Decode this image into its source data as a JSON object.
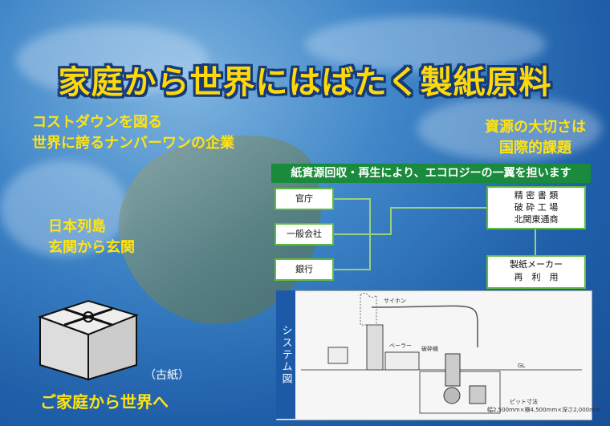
{
  "title": "家庭から世界にはばたく製紙原料",
  "left_slogan": [
    "コストダウンを図る",
    "世界に誇るナンバーワンの企業"
  ],
  "right_slogan": [
    "資源の大切さは",
    "国際的課題"
  ],
  "banner": "紙資源回収・再生により、エコロジーの一翼を担います",
  "sources": [
    "官庁",
    "一般会社",
    "銀行"
  ],
  "processor": [
    "精 密 書 類",
    "破 砕 工 場",
    "北関東通商"
  ],
  "maker": [
    "製紙メーカー",
    "再　利　用"
  ],
  "japan": [
    "日本列島",
    "玄関から玄関"
  ],
  "system_label": "システム図",
  "diagram": {
    "cyclone": "サイホン",
    "baler": "ベーラー",
    "crusher": "破砕機",
    "gl": "GL",
    "pit_title": "ピット寸法",
    "pit_size": "幅2,500mm×横4,500mm×深さ2,000mm"
  },
  "paper_label": "（古紙）",
  "bottom_slogan": "ご家庭から世界へ",
  "colors": {
    "title": "#ffd80a",
    "slogan": "#ffe313",
    "banner": "#1a8a3c",
    "box_border": "#5dbb3c"
  }
}
